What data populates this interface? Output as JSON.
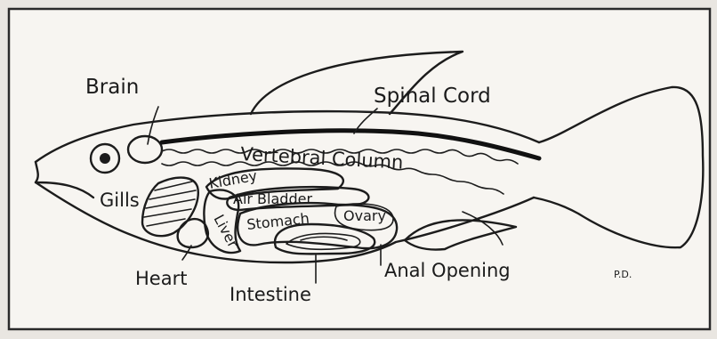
{
  "labels": {
    "brain": "Brain",
    "spinal_cord": "Spinal Cord",
    "vertebral_column": "Vertebral Column",
    "gills": "Gills",
    "kidney": "Kidney",
    "air_bladder": "Air Bladder",
    "liver": "Liver",
    "stomach": "Stomach",
    "ovary": "Ovary",
    "heart": "Heart",
    "intestine": "Intestine",
    "anal_opening": "Anal Opening",
    "initials": "P.D."
  },
  "colors": {
    "paper": "#f7f5f1",
    "ink": "#1c1c1c",
    "background": "#e9e6e1"
  }
}
